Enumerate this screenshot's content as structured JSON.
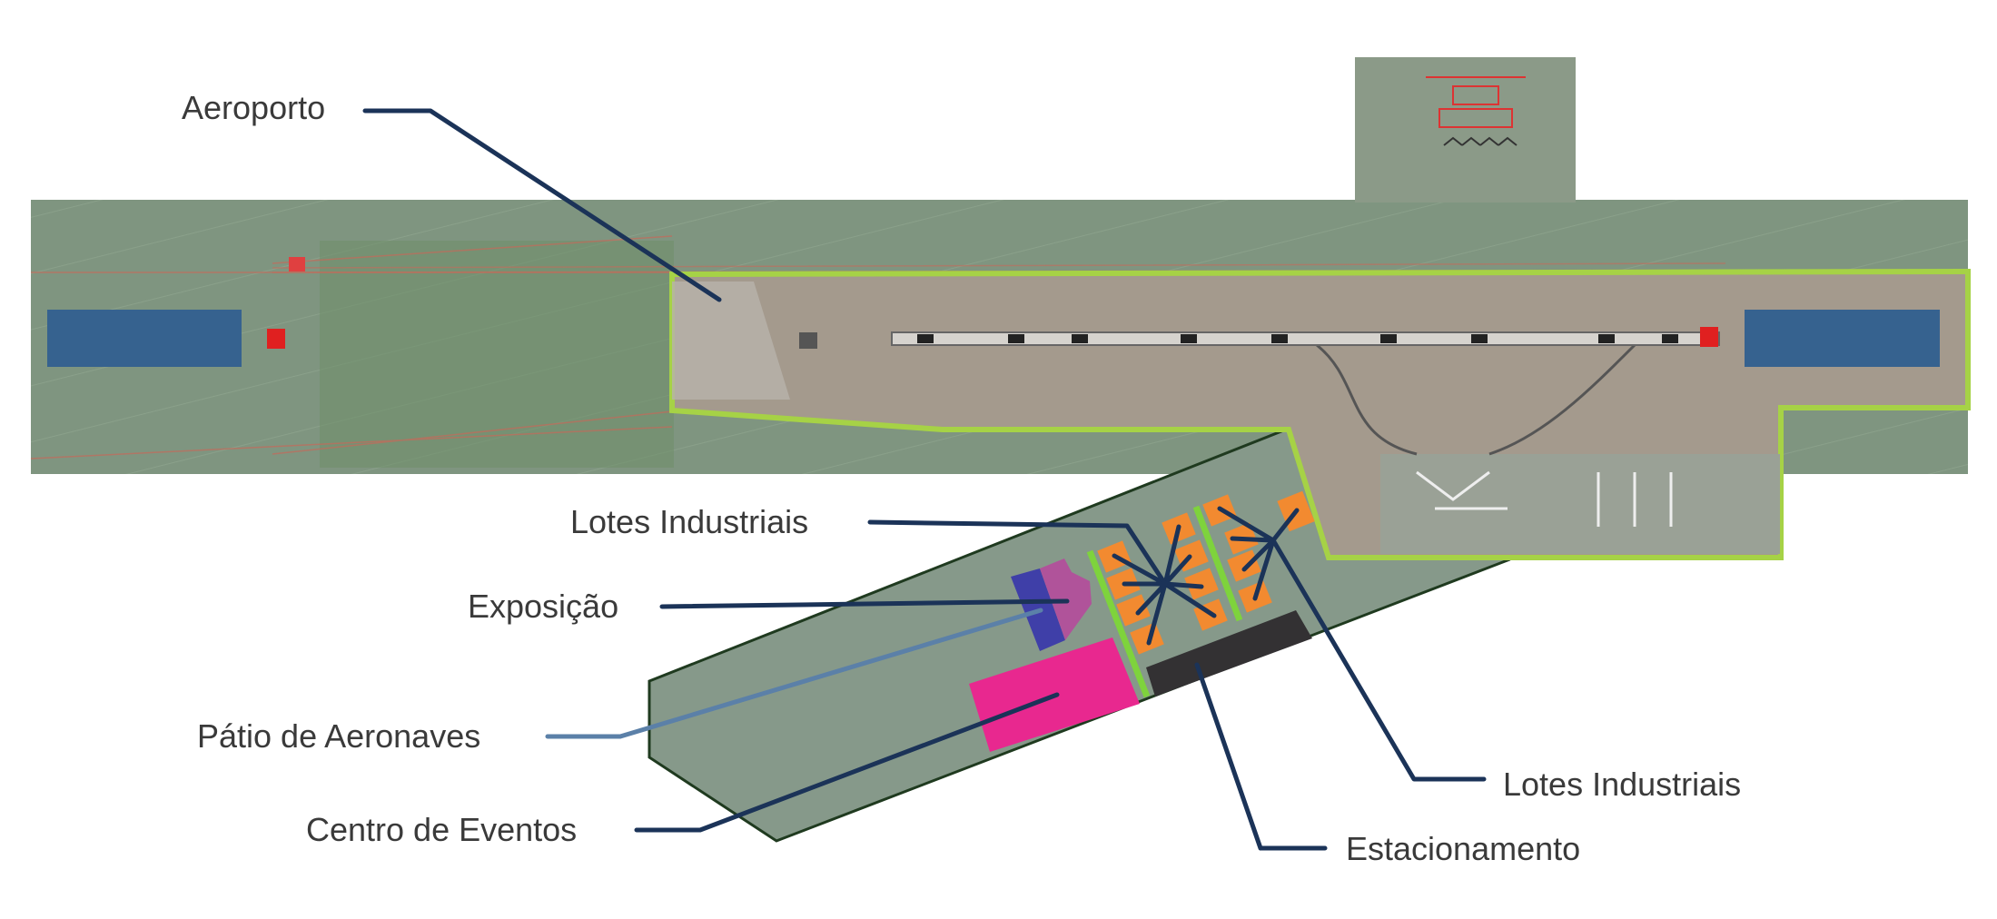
{
  "labels": {
    "airport": "Aeroporto",
    "industrial_lots_1": "Lotes Industriais",
    "exhibition": "Exposição",
    "aircraft_apron": "Pátio de Aeronaves",
    "event_center": "Centro de Eventos",
    "industrial_lots_2": "Lotes Industriais",
    "parking": "Estacionamento"
  },
  "colors": {
    "leader_line": "#1b3358",
    "apron_leader_line": "#5b80a8",
    "airport_outline": "#a6d246",
    "industrial_lots": "#f28a30",
    "event_center": "#e8288f",
    "exhibition": "#b0539a",
    "aircraft_apron": "#3f3fa8",
    "parking": "#333133",
    "runway_end_zones": "#36628f"
  }
}
